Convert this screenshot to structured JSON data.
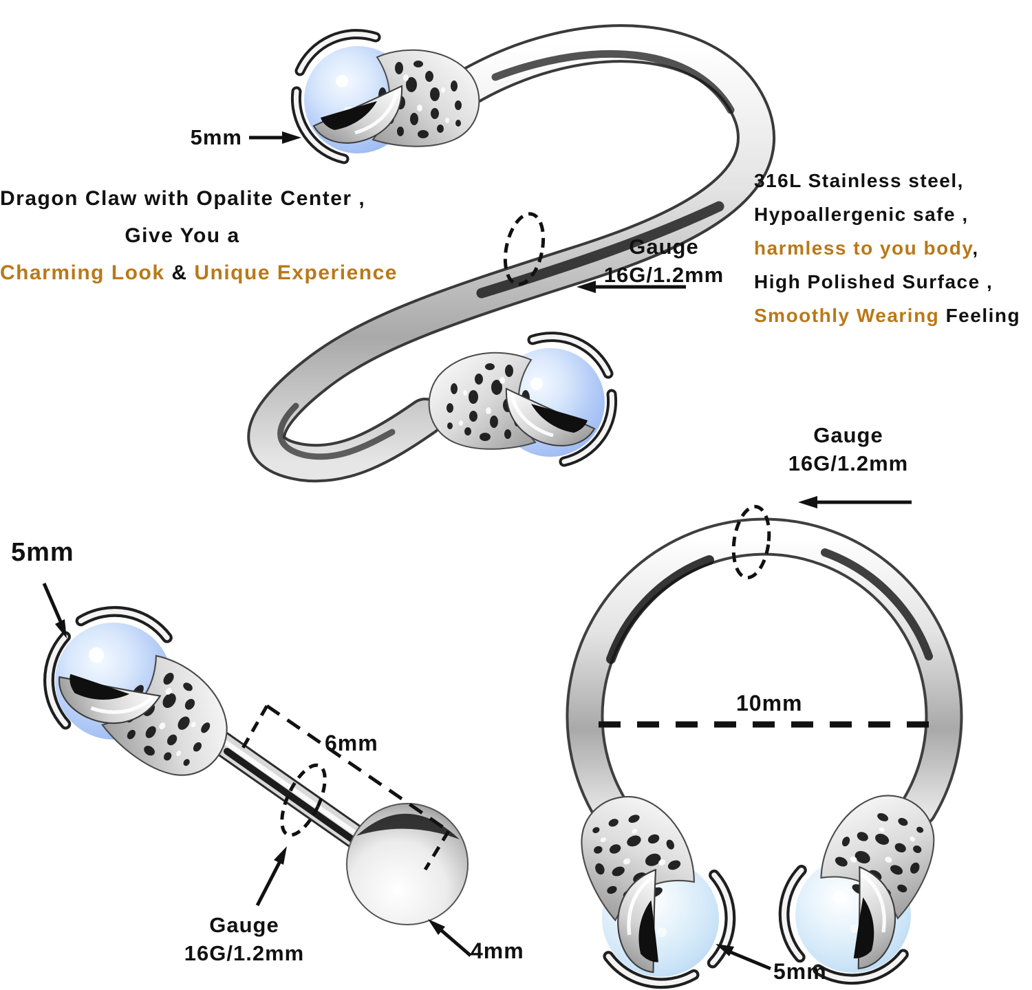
{
  "colors": {
    "accent_orange": "#b8791a",
    "ink": "#111111",
    "opalite_blue": "#a9c6f4",
    "opalite_pale": "#cfe6f8",
    "steel_silver": "#d9d9d9"
  },
  "copy": {
    "left": {
      "line1": "Dragon Claw with Opalite Center ,",
      "line2": "Give You a",
      "line3_a": "Charming Look",
      "line3_amp": " & ",
      "line3_b": "Unique Experience"
    },
    "right": {
      "line1": "316L Stainless steel,",
      "line2": "Hypoallergenic safe ,",
      "line3_a": "harmless to you body",
      "line3_b": ",",
      "line4": "High Polished Surface ,",
      "line5_a": "Smoothly Wearing",
      "line5_b": " Feeling"
    }
  },
  "gauge": {
    "label": "Gauge",
    "value": "16G/1.2mm"
  },
  "annotations": {
    "spiral_ball_size": "5mm",
    "stud_ball_size": "5mm",
    "stud_bar_length": "6mm",
    "stud_end_ball": "4mm",
    "horseshoe_inner_diameter": "10mm",
    "horseshoe_ball_size": "5mm"
  }
}
